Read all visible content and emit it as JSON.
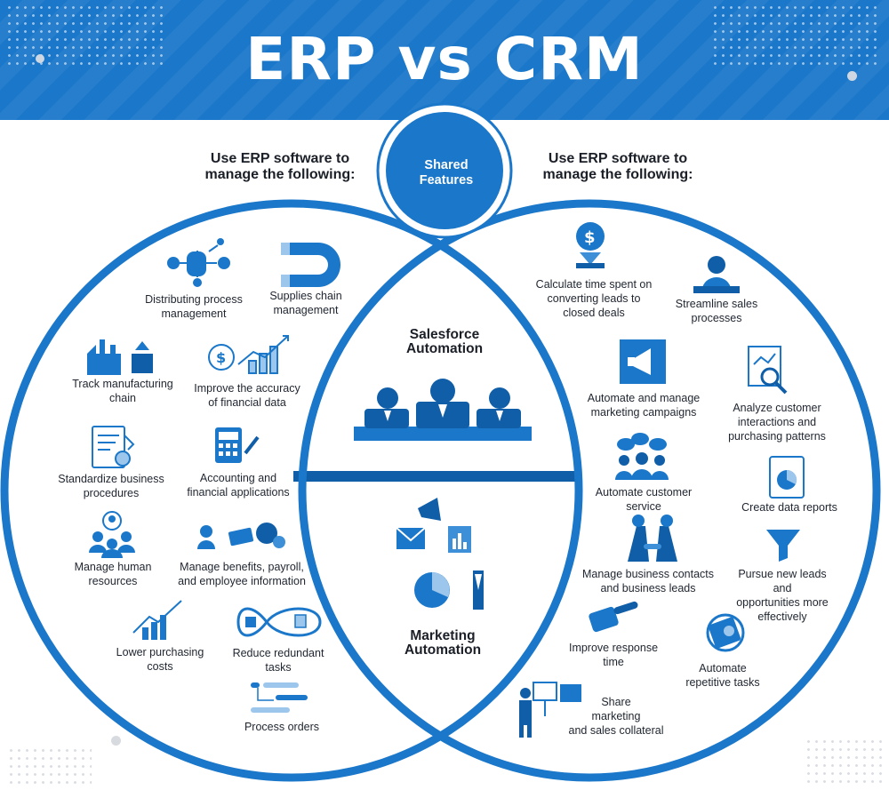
{
  "title": "ERP vs CRM",
  "shared_features": "Shared\nFeatures",
  "left_heading": "Use ERP software to\nmanage the following:",
  "right_heading": "Use ERP software to\nmanage the following:",
  "colors": {
    "brand_blue": "#1a77c9",
    "dark_blue": "#105ea8",
    "light_blue": "#3d8fd8"
  },
  "erp_items": [
    {
      "label": "Distributing process\nmanagement",
      "icon": "network-nodes-icon"
    },
    {
      "label": "Supplies chain\nmanagement",
      "icon": "magnet-chain-icon"
    },
    {
      "label": "Track manufacturing\nchain",
      "icon": "factory-box-icon"
    },
    {
      "label": "Improve the accuracy\nof financial data",
      "icon": "finance-growth-icon"
    },
    {
      "label": "Standardize business\nprocedures",
      "icon": "procedure-document-icon"
    },
    {
      "label": "Accounting and\nfinancial applications",
      "icon": "calculator-icon"
    },
    {
      "label": "Manage human\nresources",
      "icon": "people-hierarchy-icon"
    },
    {
      "label": "Manage benefits, payroll,\nand employee information",
      "icon": "payroll-icon"
    },
    {
      "label": "Lower purchasing\ncosts",
      "icon": "bar-growth-icon"
    },
    {
      "label": "Reduce redundant\ntasks",
      "icon": "infinity-loop-icon"
    },
    {
      "label": "Process orders",
      "icon": "order-flow-icon"
    }
  ],
  "shared_items": [
    {
      "label": "Salesforce\nAutomation",
      "icon": "sales-agents-icon"
    },
    {
      "label": "Marketing\nAutomation",
      "icon": "marketing-tools-icon"
    }
  ],
  "crm_items": [
    {
      "label": "Calculate time spent on\nconverting leads to\nclosed deals",
      "icon": "hourglass-money-icon"
    },
    {
      "label": "Streamline sales\nprocesses",
      "icon": "agent-desk-icon"
    },
    {
      "label": "Automate and manage\nmarketing campaigns",
      "icon": "megaphone-icon"
    },
    {
      "label": "Analyze customer\ninteractions and\npurchasing patterns",
      "icon": "report-magnifier-icon"
    },
    {
      "label": "Automate customer\nservice",
      "icon": "chat-people-icon"
    },
    {
      "label": "Create data reports",
      "icon": "pie-report-icon"
    },
    {
      "label": "Manage business contacts\nand business leads",
      "icon": "handshake-icon"
    },
    {
      "label": "Pursue new leads and\nopportunities more\neffectively",
      "icon": "funnel-icon"
    },
    {
      "label": "Improve response\ntime",
      "icon": "pointing-hand-icon"
    },
    {
      "label": "Automate\nrepetitive tasks",
      "icon": "touch-screen-icon"
    },
    {
      "label": "Share\nmarketing\nand sales collateral",
      "icon": "presenter-icon"
    }
  ]
}
